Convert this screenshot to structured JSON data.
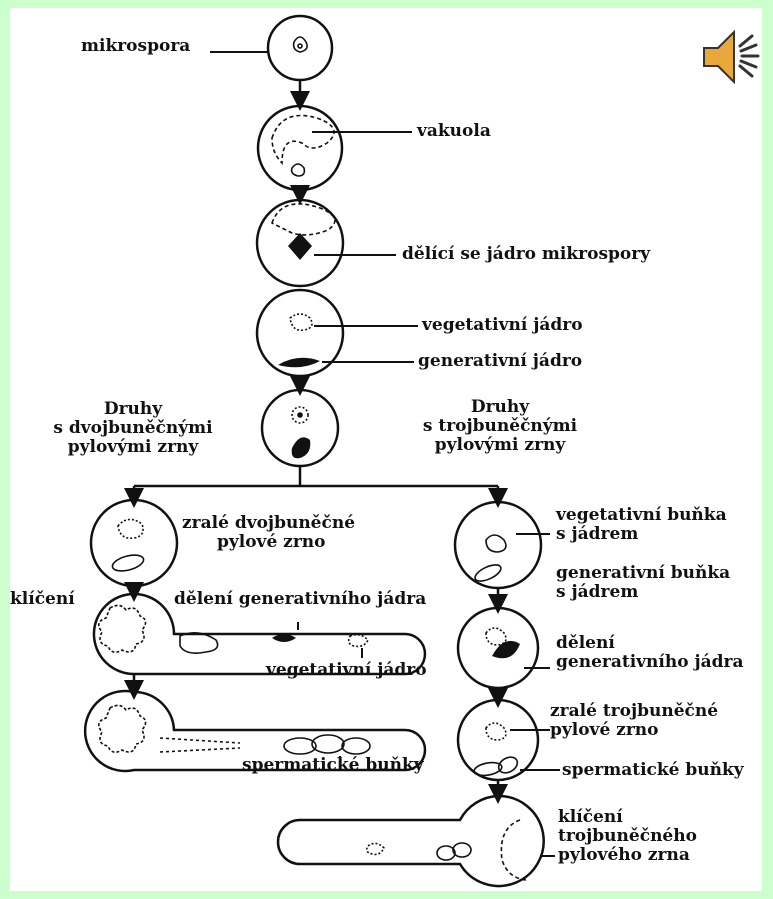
{
  "labels": {
    "mikrospora": "mikrospora",
    "vakuola": "vakuola",
    "deleni_jadra_mikrospory": "dělící se jádro mikrospory",
    "vegetativni_jadro": "vegetativní jádro",
    "generativni_jadro": "generativní jádro",
    "left_group_title": [
      "Druhy",
      "s dvojbuněčnými",
      "pylovými zrny"
    ],
    "right_group_title": [
      "Druhy",
      "s trojbuněčnými",
      "pylovými zrny"
    ],
    "zrale_dvojbunecne": [
      "zralé dvojbuněčné",
      "pylové zrno"
    ],
    "kliceni_left": "klíčení",
    "deleni_generativniho_jadra_left": "dělení generativního jádra",
    "vegetativni_jadro_left": "vegetativní jádro",
    "spermaticke_bunky_left": "spermatické buňky",
    "vegetativni_bunka": [
      "vegetativní buňka",
      "s jádrem"
    ],
    "generativni_bunka": [
      "generativní buňka",
      "s jádrem"
    ],
    "deleni_right": [
      "dělení",
      "generativního jádra"
    ],
    "zrale_trojbunecne": [
      "zralé trojbuněčné",
      "pylové zrno"
    ],
    "spermaticke_bunky_right": "spermatické buňky",
    "kliceni_right": [
      "klíčení",
      "trojbuněčného",
      "pylového zrna"
    ]
  },
  "colors": {
    "background": "#ccffcc",
    "canvas": "#ffffff",
    "ink": "#111111",
    "speaker_fill": "#e8a83a"
  },
  "icons": [
    "speaker-icon"
  ]
}
